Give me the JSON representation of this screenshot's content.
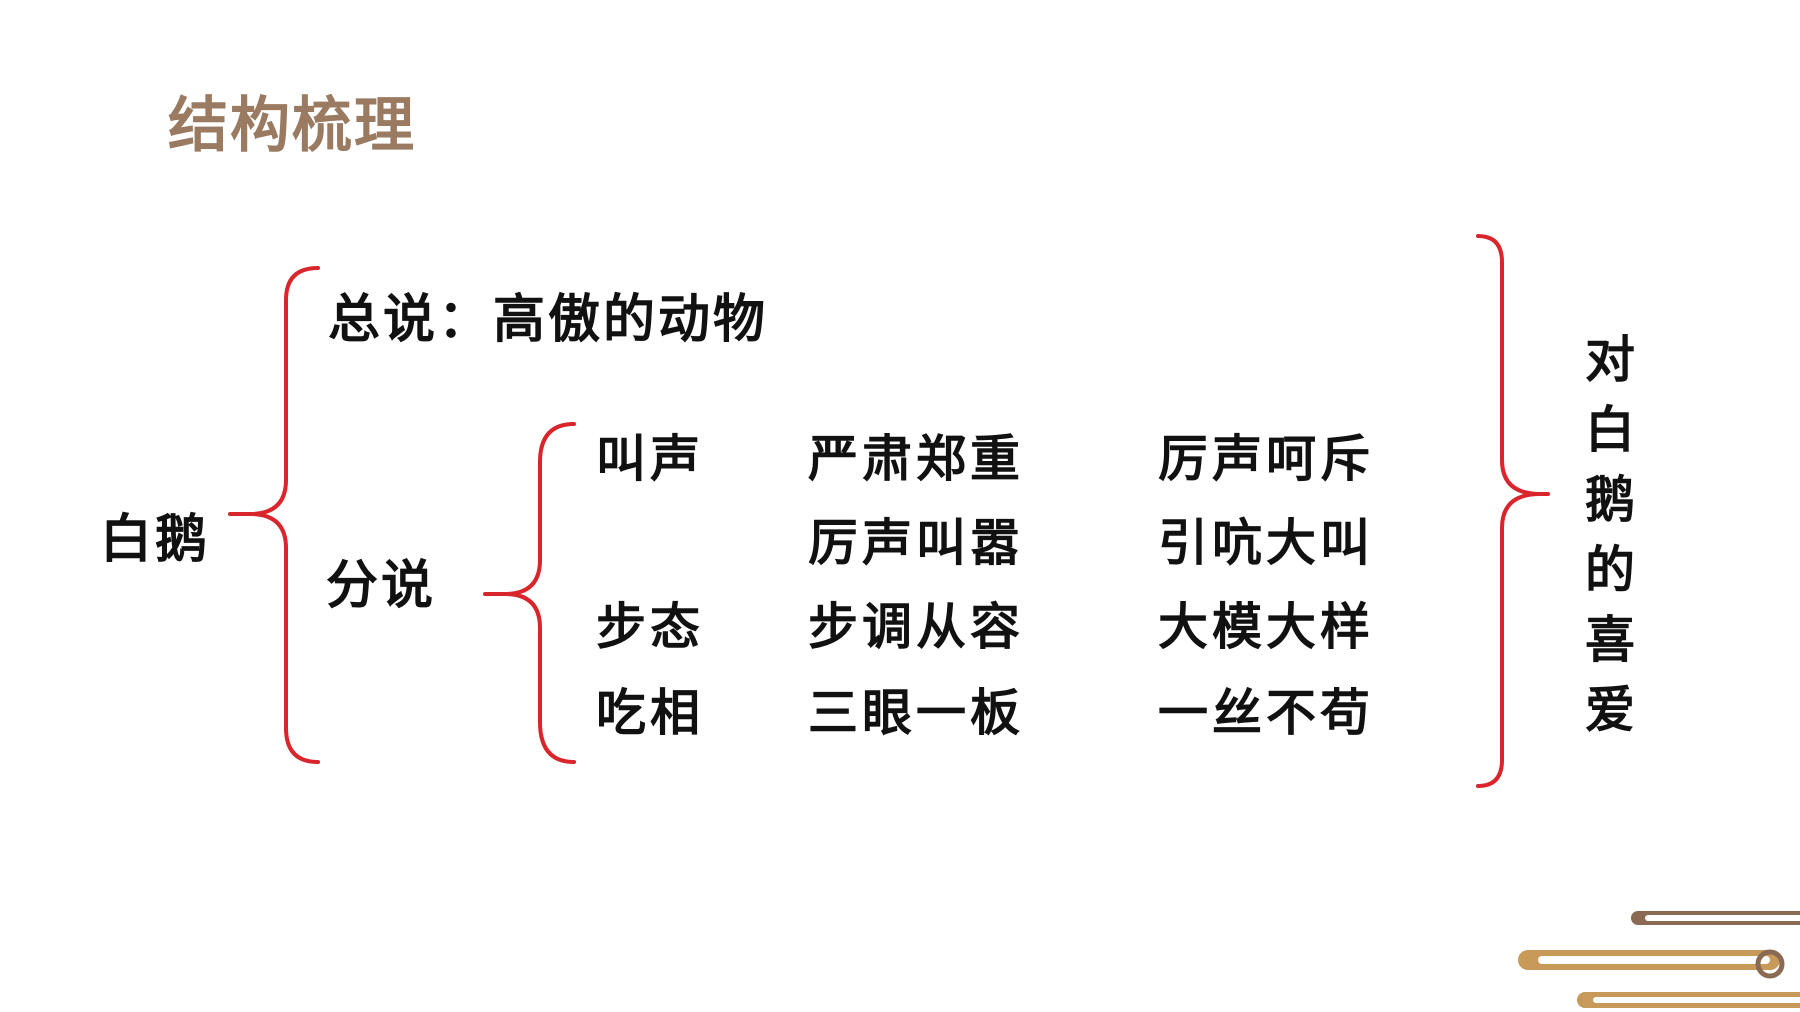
{
  "slide": {
    "title": "结构梳理",
    "root_label": "白鹅",
    "overview": "总说：高傲的动物",
    "detail_label": "分说",
    "rows": [
      {
        "aspect": "叫声",
        "phrase1": "严肃郑重",
        "phrase2": "厉声呵斥"
      },
      {
        "aspect": "",
        "phrase1": "厉声叫嚣",
        "phrase2": "引吭大叫"
      },
      {
        "aspect": "步态",
        "phrase1": "步调从容",
        "phrase2": "大模大样"
      },
      {
        "aspect": "吃相",
        "phrase1": "三眼一板",
        "phrase2": "一丝不苟"
      }
    ],
    "conclusion": "对白鹅的喜爱"
  },
  "colors": {
    "title": "#9a7b62",
    "text": "#111111",
    "bracket": "#d9262c",
    "decor_brown": "#8a6a52",
    "decor_gold": "#c79a5a"
  },
  "icons": {
    "corner_decoration": "cloud-scroll-decoration"
  }
}
